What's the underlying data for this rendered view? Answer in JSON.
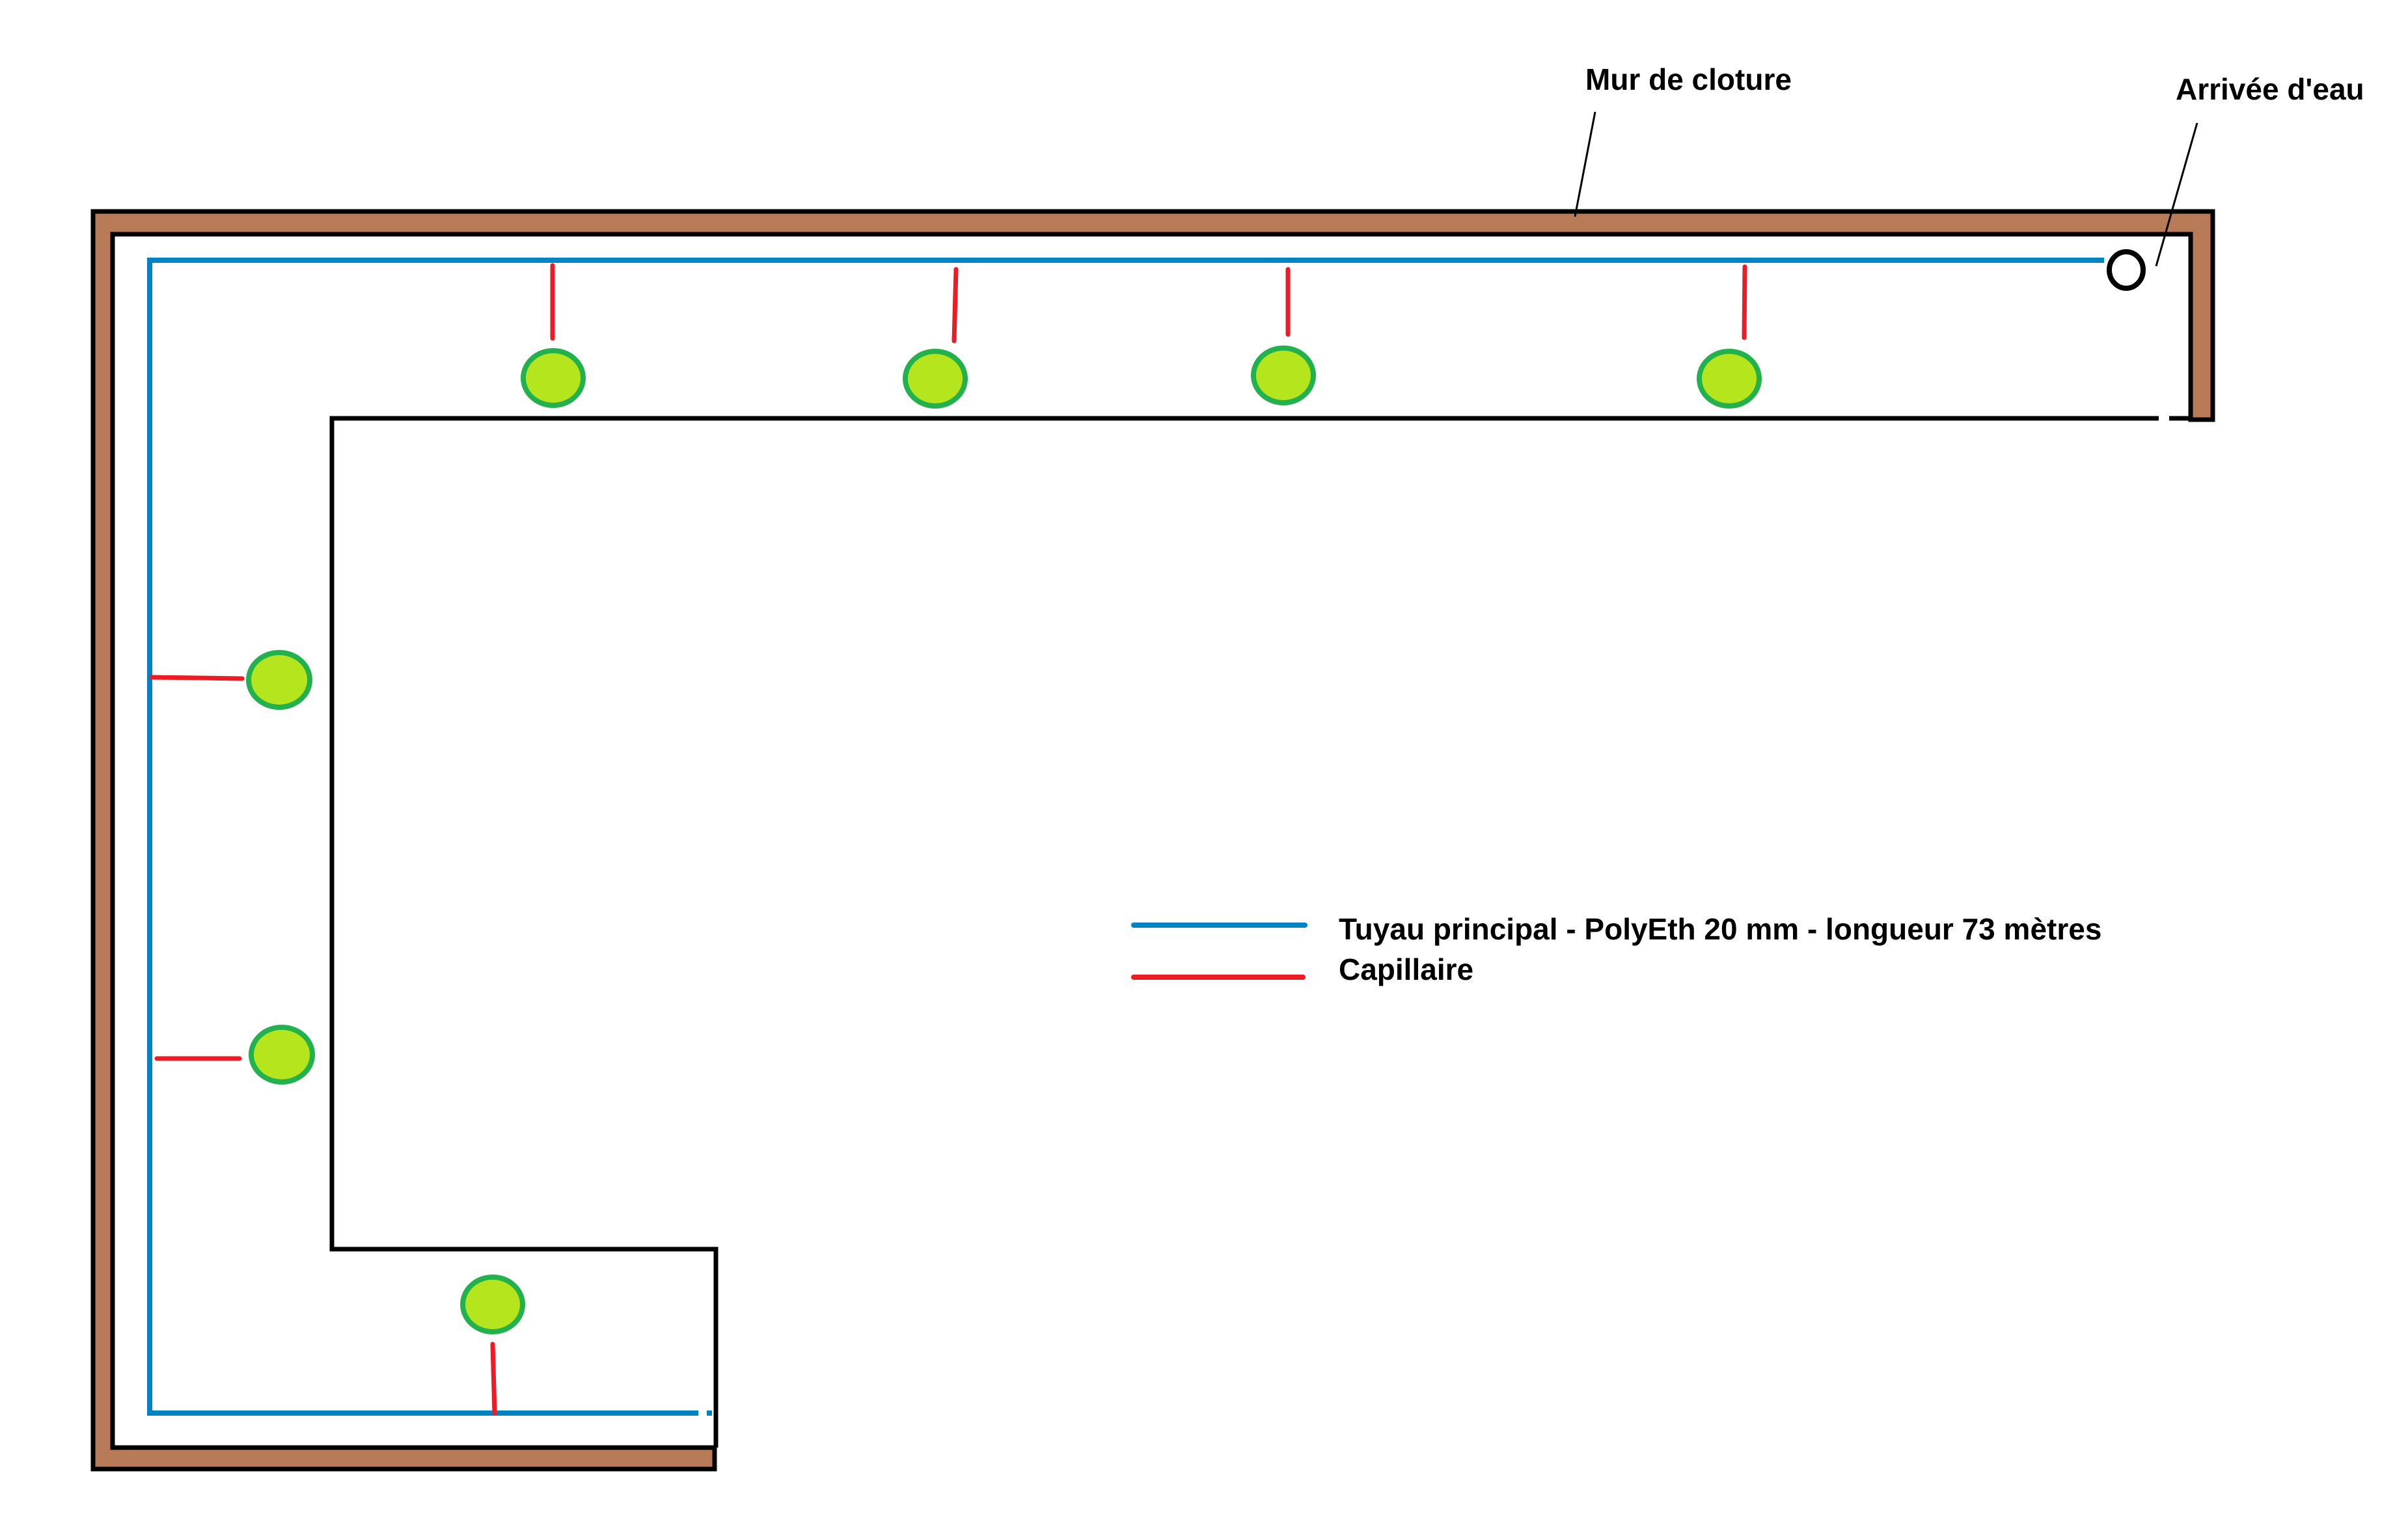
{
  "title": "Plan d'arrosage - mur de cloture",
  "colors": {
    "wall_fill": "#b97a57",
    "wall_outline": "#000000",
    "main_pipe": "#0083c3",
    "capillary": "#ed1c24",
    "plant_fill": "#b5e61d",
    "plant_outline": "#22b14c",
    "bed_outline": "#000000"
  },
  "callouts": {
    "wall": {
      "label": "Mur de cloture"
    },
    "water_inlet": {
      "label": "Arrivée d'eau"
    }
  },
  "legend": {
    "items": [
      {
        "label": "Tuyau principal - PolyEth 20 mm - longueur 73 mètres",
        "color_key": "main_pipe",
        "icon": "blue-line"
      },
      {
        "label": "Capillaire",
        "color_key": "capillary",
        "icon": "red-line"
      }
    ]
  },
  "main_pipe": {
    "material": "PolyEth",
    "diameter": "20 mm",
    "length": "73 mètres"
  },
  "plants": {
    "count": 7,
    "groups": [
      {
        "section": "top",
        "count": 4
      },
      {
        "section": "left",
        "count": 2
      },
      {
        "section": "bottom",
        "count": 1
      }
    ]
  }
}
